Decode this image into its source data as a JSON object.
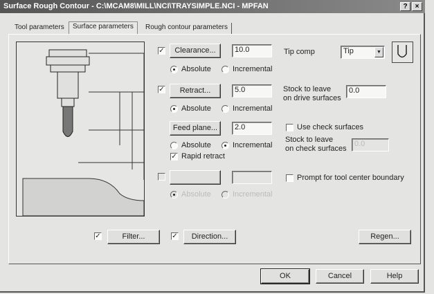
{
  "window": {
    "title": "Surface Rough Contour - C:\\MCAM8\\MILL\\NCI\\TRAYSIMPLE.NCI - MPFAN",
    "help_button": "?",
    "close_button": "×"
  },
  "tabs": [
    {
      "label": "Tool parameters"
    },
    {
      "label": "Surface parameters",
      "active": true
    },
    {
      "label": "Rough contour parameters"
    }
  ],
  "clearance": {
    "enabled": true,
    "button": "Clearance...",
    "value": "10.0",
    "absolute": "Absolute",
    "incremental": "Incremental",
    "mode": "absolute"
  },
  "retract": {
    "enabled": true,
    "button": "Retract...",
    "value": "5.0",
    "absolute": "Absolute",
    "incremental": "Incremental",
    "mode": "absolute"
  },
  "feed_plane": {
    "button": "Feed plane...",
    "value": "2.0",
    "absolute": "Absolute",
    "incremental": "Incremental",
    "mode": "incremental",
    "rapid_retract": "Rapid retract",
    "rapid_retract_checked": true
  },
  "top_of_stock": {
    "enabled": false,
    "absolute": "Absolute",
    "incremental": "Incremental"
  },
  "tip_comp": {
    "label": "Tip comp",
    "value": "Tip"
  },
  "stock_drive": {
    "label_line1": "Stock to leave",
    "label_line2": "on drive surfaces",
    "value": "0.0"
  },
  "check_surfaces": {
    "label": "Use check surfaces",
    "checked": false,
    "stock_line1": "Stock to leave",
    "stock_line2": "on check surfaces",
    "value": "0.0"
  },
  "prompt_boundary": {
    "label": "Prompt for tool center boundary",
    "checked": false
  },
  "filter": {
    "checked": true,
    "button": "Filter..."
  },
  "direction": {
    "checked": true,
    "button": "Direction..."
  },
  "regen": {
    "button": "Regen..."
  },
  "footer": {
    "ok": "OK",
    "cancel": "Cancel",
    "help": "Help"
  }
}
